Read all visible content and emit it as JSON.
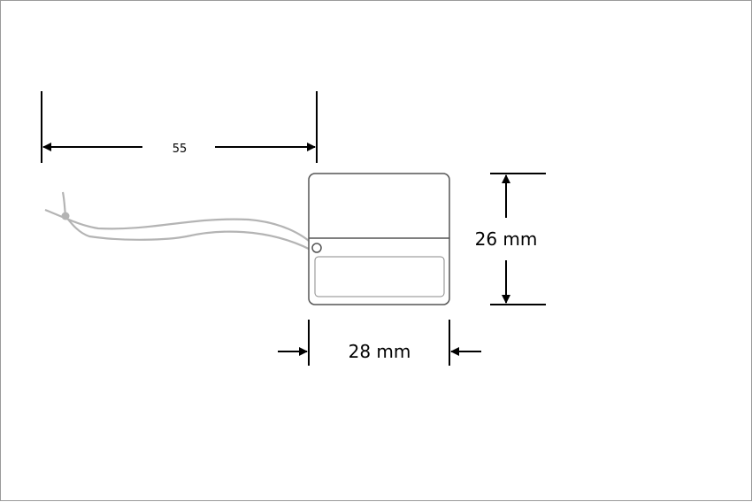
{
  "dimensions": {
    "overall_length_label": "55",
    "tag_height_label": "26 mm",
    "tag_width_label": "28 mm"
  },
  "colors": {
    "line": "#000000",
    "string": "#b4b4b4",
    "tag_outline": "#555555",
    "frame_border": "#9a9a9a"
  }
}
